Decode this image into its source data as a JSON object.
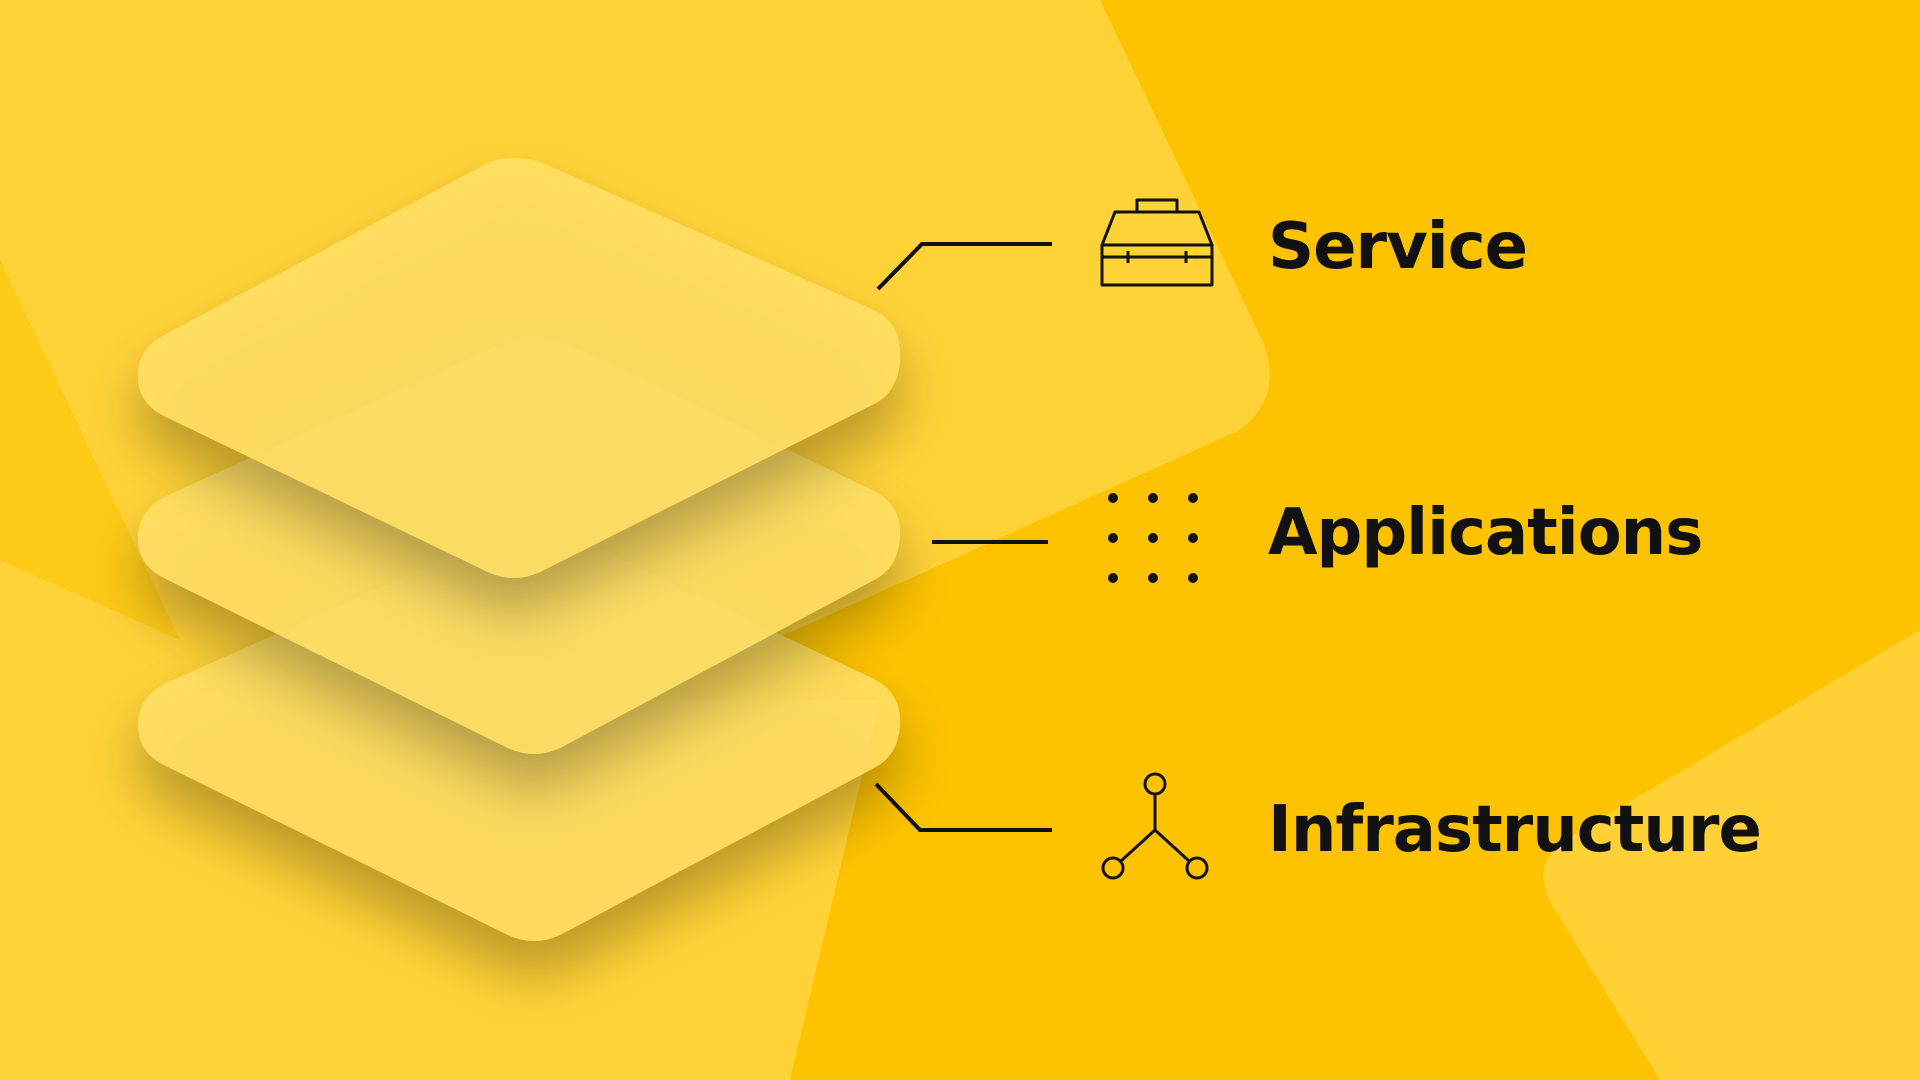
{
  "diagram": {
    "layers": [
      {
        "label": "Service",
        "icon": "toolbox-icon"
      },
      {
        "label": "Applications",
        "icon": "dot-grid-icon"
      },
      {
        "label": "Infrastructure",
        "icon": "node-network-icon"
      }
    ]
  },
  "colors": {
    "background": "#FDC300",
    "background_shape": "#FFD43D",
    "layer_fill": "#FFE066",
    "ink": "#111111"
  }
}
